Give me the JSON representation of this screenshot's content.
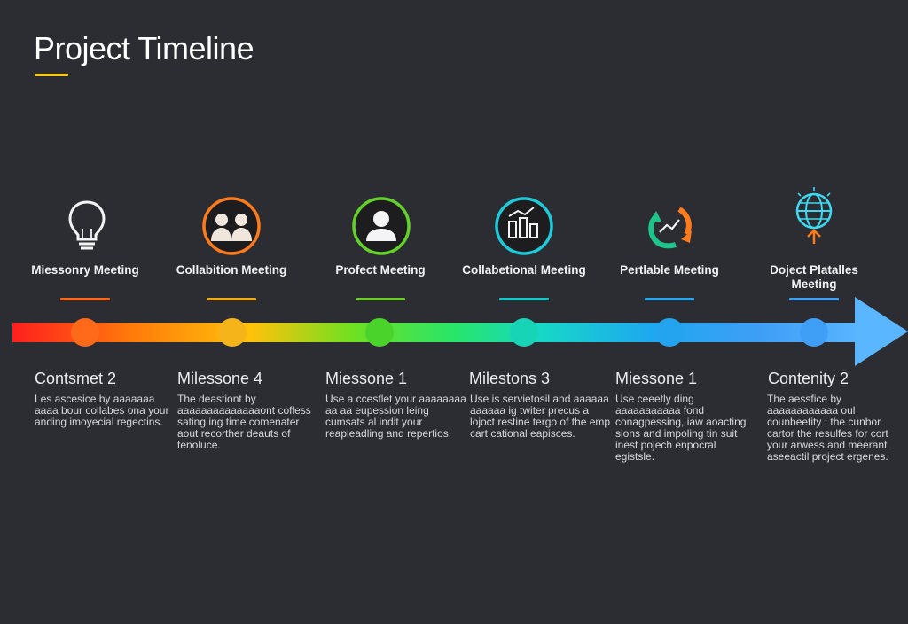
{
  "header": {
    "title": "Project Timeline"
  },
  "milestones": [
    {
      "label": "Miessonry Meeting",
      "heading": "Contsmet 2",
      "description": "Les ascesice by aaaaaaa aaaa bour collabes ona your anding imoyecial regectins.",
      "color": "#ff6a1a",
      "icon": "lightbulb-icon"
    },
    {
      "label": "Collabition Meeting",
      "heading": "Milessone 4",
      "description": "The deastiont by aaaaaaaaaaaaaaont cofless sating ing time comenater aout recorther deauts of tenoluce.",
      "color": "#f2a91a",
      "icon": "team-icon"
    },
    {
      "label": "Profect Meeting",
      "heading": "Miessone 1",
      "description": "Use a ccesflet your aaaaaaaa aa aa eupession leing cumsats al indit your reapleadling and repertios.",
      "color": "#6ccc2a",
      "icon": "person-icon"
    },
    {
      "label": "Collabetional Meeting",
      "heading": "Milestons 3",
      "description": "Use is servietosil and aaaaaa aaaaaa ig twiter precus a lojoct restine tergo of the emp cart cational eapisces.",
      "color": "#17c7c4",
      "icon": "analytics-icon"
    },
    {
      "label": "Pertlable Meeting",
      "heading": "Miessone 1",
      "description": "Use ceeetly ding aaaaaaaaaaa fond conagpessing, iaw aoacting sions and impoling tin suit inest pojech enpocral egistsle.",
      "color": "#2aa8ee",
      "icon": "cycle-icon"
    },
    {
      "label": "Doject Platalles Meeting",
      "heading": "Contenity 2",
      "description": "The aessfice by aaaaaaaaaaaa oul counbeetity : the cunbor cartor the resulfes for cort your arwess and meerant aseeactil project ergenes.",
      "color": "#3f9ef6",
      "icon": "globe-icon"
    }
  ]
}
